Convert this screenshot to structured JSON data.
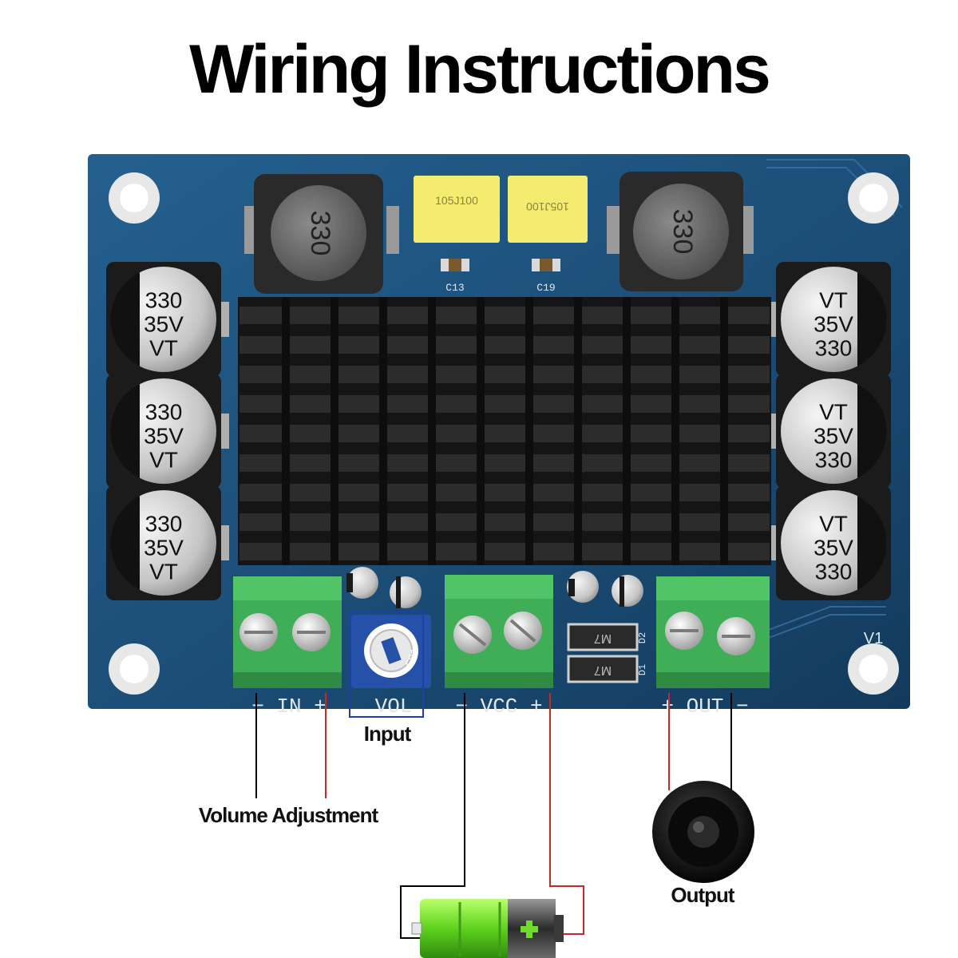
{
  "title": "Wiring Instructions",
  "colors": {
    "pcb": "#1c4f79",
    "heatsink": "#1a1a1a",
    "terminal": "#3fae57",
    "capacitor": "#bdbdbd",
    "wire_negative": "#000000",
    "wire_positive": "#c62828",
    "battery_fill": "#6fdc2a",
    "input_highlight": "#1e3fa8"
  },
  "board": {
    "inductors": [
      "330",
      "330"
    ],
    "film_capacitors": [
      "105J100",
      "105J100"
    ],
    "smd_labels": [
      "C13",
      "C19"
    ],
    "electrolytic_left": [
      {
        "l1": "330",
        "l2": "35V",
        "l3": "VT"
      },
      {
        "l1": "330",
        "l2": "35V",
        "l3": "VT"
      },
      {
        "l1": "330",
        "l2": "35V",
        "l3": "VT"
      }
    ],
    "electrolytic_right": [
      {
        "l1": "VT",
        "l2": "35V",
        "l3": "330"
      },
      {
        "l1": "VT",
        "l2": "35V",
        "l3": "330"
      },
      {
        "l1": "VT",
        "l2": "35V",
        "l3": "330"
      }
    ],
    "diode_labels": [
      "M7",
      "M7"
    ],
    "diode_refs": [
      "D2",
      "D1"
    ],
    "pot_label": "E01",
    "version": "V1",
    "silkscreen": {
      "in": "− IN +",
      "vol": "VOL",
      "vcc": "− VCC +",
      "out": "+ OUT −"
    }
  },
  "annotations": {
    "input": "Input",
    "volume": "Volume Adjustment",
    "output": "Output"
  },
  "icons": {
    "speaker": "speaker-icon",
    "battery": "battery-icon"
  }
}
